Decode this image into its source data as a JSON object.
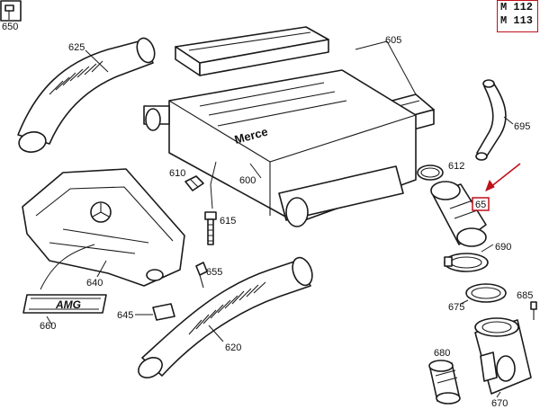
{
  "engine_codes": [
    "M 112",
    "M 113"
  ],
  "callouts": {
    "c605": "605",
    "c625": "625",
    "c650": "650",
    "c695": "695",
    "c612": "612",
    "c610": "610",
    "c600": "600",
    "c615": "615",
    "c690": "690",
    "c640": "640",
    "c655": "655",
    "c685": "685",
    "c675": "675",
    "c645": "645",
    "c660": "660",
    "c620": "620",
    "c680": "680",
    "c670": "670",
    "c665": "65"
  },
  "housing_lettering": "Merce",
  "logo_text": "AMG",
  "colors": {
    "highlight": "#c0101a",
    "line": "#1a1a1a"
  }
}
